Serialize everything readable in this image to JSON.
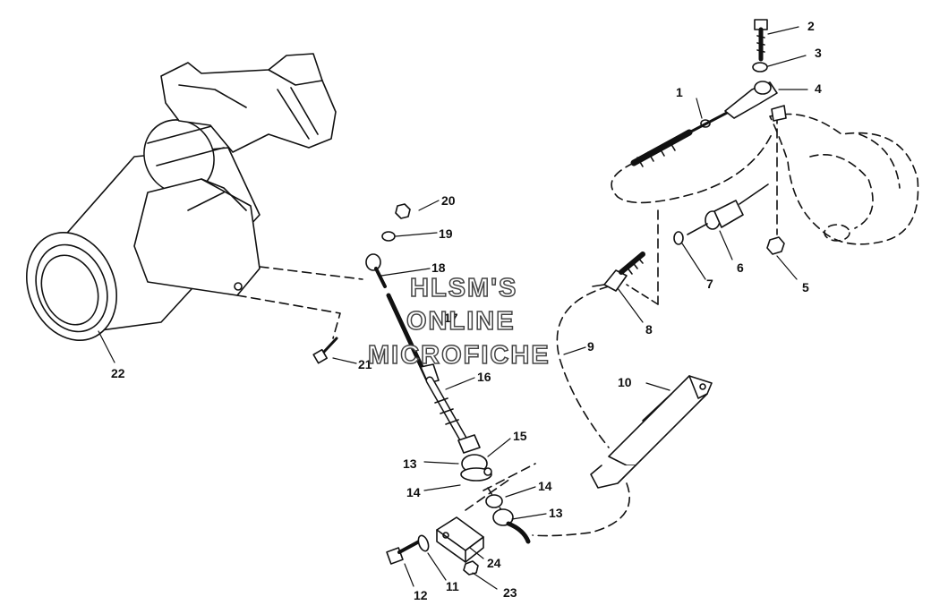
{
  "watermark": {
    "line1": "HLSM'S",
    "line2": "ONLINE",
    "line3": "MICROFICHE"
  },
  "callouts": [
    "1",
    "2",
    "3",
    "4",
    "5",
    "6",
    "7",
    "8",
    "9",
    "10",
    "11",
    "12",
    "13",
    "13",
    "14",
    "14",
    "15",
    "16",
    "17",
    "18",
    "19",
    "20",
    "21",
    "22",
    "23",
    "24"
  ],
  "colors": {
    "ink": "#111111",
    "paper": "#ffffff"
  }
}
